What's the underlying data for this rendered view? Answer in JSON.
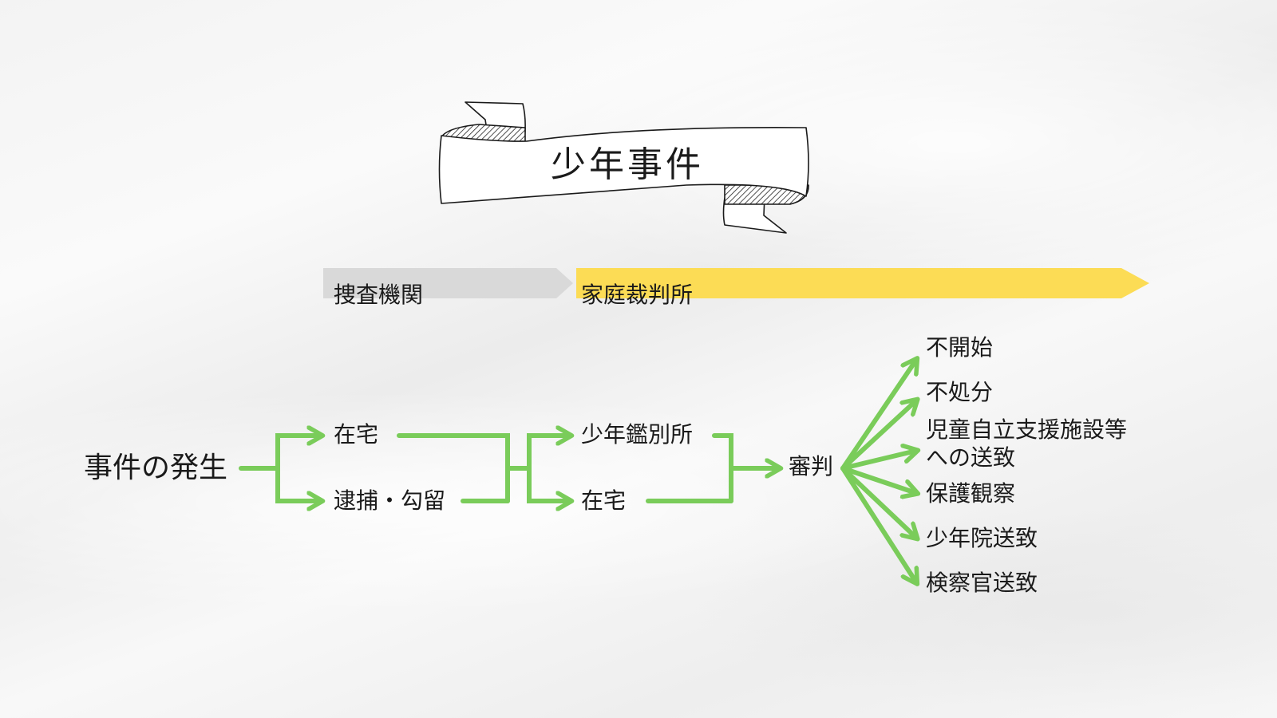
{
  "title": "少年事件",
  "phases": {
    "investigation": "捜査機関",
    "family_court": "家庭裁判所"
  },
  "nodes": {
    "origin": "事件の発生",
    "home1": "在宅",
    "arrest": "逮捕・勾留",
    "classification": "少年鑑別所",
    "home2": "在宅",
    "trial": "審判"
  },
  "outcomes": [
    "不開始",
    "不処分",
    "児童自立支援施設等",
    "への送致",
    "保護観察",
    "少年院送致",
    "検察官送致"
  ],
  "colors": {
    "arrow_green": "#7acc5a",
    "investigation_bar": "#d9d9d9",
    "court_bar": "#fcdc55"
  }
}
